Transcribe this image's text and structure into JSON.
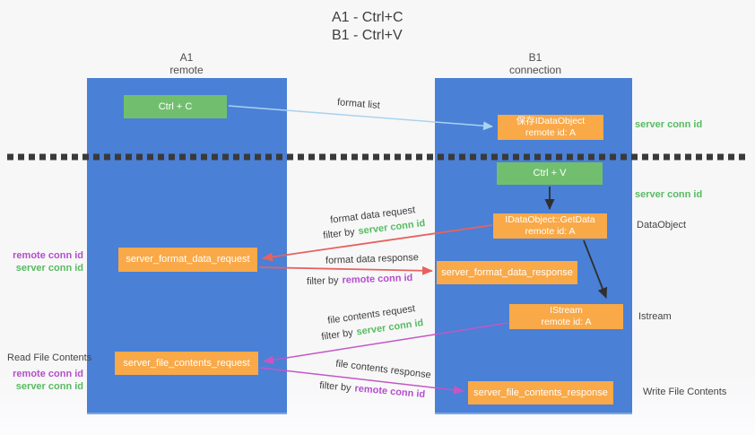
{
  "title": {
    "line1": "A1 - Ctrl+C",
    "line2": "B1 - Ctrl+V"
  },
  "lanes": {
    "a1": {
      "name": "A1",
      "subtitle": "remote"
    },
    "b1": {
      "name": "B1",
      "subtitle": "connection"
    }
  },
  "nodes": {
    "ctrl_c": {
      "label": "Ctrl + C"
    },
    "ctrl_v": {
      "label": "Ctrl + V"
    },
    "save_idataobject": {
      "line1": "保存IDataObject",
      "line2": "remote id: A"
    },
    "idataobject_getdata": {
      "line1": "IDataObject::GetData",
      "line2": "remote id: A"
    },
    "istream": {
      "line1": "IStream",
      "line2": "remote id: A"
    },
    "server_format_data_request": {
      "label": "server_format_data_request"
    },
    "server_format_data_response": {
      "label": "server_format_data_response"
    },
    "server_file_contents_request": {
      "label": "server_file_contents_request"
    },
    "server_file_contents_response": {
      "label": "server_file_contents_response"
    }
  },
  "annotations": {
    "format_list": "format list",
    "server_conn_id": "server conn id",
    "remote_conn_id": "remote conn id",
    "filter_by": "filter by",
    "dataobject": "DataObject",
    "istream": "Istream",
    "format_data_request": "format data request",
    "format_data_response": "format data response",
    "file_contents_request": "file contents request",
    "file_contents_response": "file contents response",
    "read_file_contents": "Read File Contents",
    "write_file_contents": "Write File Contents"
  },
  "colors": {
    "lane_blue": "#4a80d6",
    "node_green": "#71bf6e",
    "node_orange": "#f9a948",
    "arrow_red": "#e7625e",
    "arrow_magenta": "#c357c3",
    "arrow_light_blue": "#a9d3ee",
    "arrow_black": "#2f2f2f",
    "text_green": "#57bb60",
    "text_purple": "#b44ecb"
  }
}
